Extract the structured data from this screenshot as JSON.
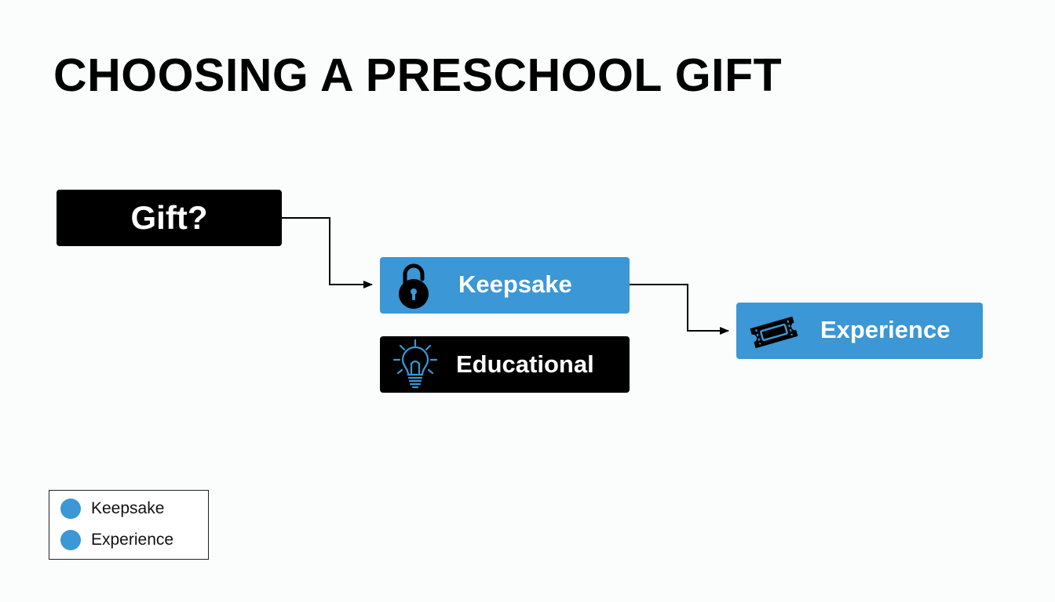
{
  "title": "CHOOSING A PRESCHOOL GIFT",
  "nodes": {
    "gift": {
      "label": "Gift?",
      "color": "#000000"
    },
    "keepsake": {
      "label": "Keepsake",
      "color": "#3b97d5",
      "icon": "padlock-icon"
    },
    "educational": {
      "label": "Educational",
      "color": "#000000",
      "icon": "lightbulb-icon"
    },
    "experience": {
      "label": "Experience",
      "color": "#3b97d5",
      "icon": "ticket-icon"
    }
  },
  "edges": [
    {
      "from": "Gift?",
      "to": "Keepsake"
    },
    {
      "from": "Keepsake",
      "to": "Experience"
    }
  ],
  "legend": {
    "items": [
      {
        "label": "Keepsake",
        "color": "#3b97d5"
      },
      {
        "label": "Experience",
        "color": "#3b97d5"
      }
    ]
  }
}
